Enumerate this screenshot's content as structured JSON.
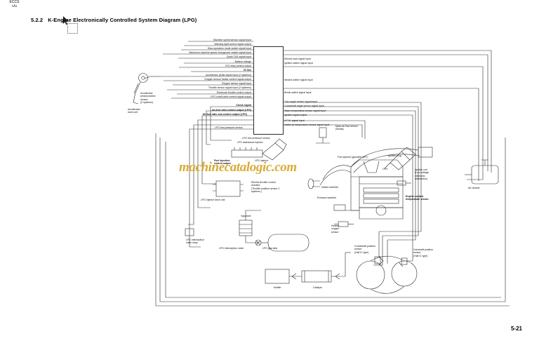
{
  "document": {
    "section_number": "5.2.2",
    "title": "K-Engine Electronically Controlled System Diagram (LPG)",
    "page_number": "5-21",
    "watermark": "machinecatalogic.com"
  },
  "ecu": {
    "name": "ECCS",
    "subname": "c/u"
  },
  "left_signals": [
    "Machine speed sensor signal input",
    "Warning light control signal output",
    "Slow operation mode switch signal input",
    "Maximum machine speed changeover switch signal input",
    "Quick TAS signal input",
    "Battery voltage",
    "ECI relay control output",
    "IG line",
    "Accelerator pedal signal input (2 systems)",
    "Oxygen sensor heater control signal output",
    "Oxygen sensor signal input",
    "Throttle sensor signal input (2 systems)",
    "Electronic throttle control output",
    "LPG cutoff valve control signal output"
  ],
  "left_signals_lower": [
    "Check signal",
    "Air-fuel ratio control output (LPG)",
    "Air-fuel ratio sub-control output (LPG)",
    "LPG fuel pressure sensor"
  ],
  "right_signals": [
    "Electric load signal input",
    "Ignition switch signal input",
    "Neutral switch signal input",
    "Break switch signal input",
    "Cam angle sensor signal input",
    "Crankshaft angle sensor signal input",
    "Water temperature sensor signal input",
    "Ignition signal output",
    "A.F.M. signal input",
    "Intake air temperature sensor signal input"
  ],
  "components": {
    "accelerator_sensor": "Accelerator\npedal  position\nsensor\n(2 systems)",
    "accelerator_sensor_l1": "Accelerator",
    "accelerator_sensor_l2": "pedal  position",
    "accelerator_sensor_l3": "sensor",
    "accelerator_sensor_l4": "(2 systems)",
    "accelerator_work_unit_l1": "Accelerator",
    "accelerator_work_unit_l2": "work unit",
    "mass_air_flow_l1": "Mass air flow sensor",
    "mass_air_flow_l2": "(Strata)",
    "lpg_fuel_pressure_sensor": "LPG fuel pressure sensor",
    "lpg_assistance_injector": "LPG assistance injector",
    "fuel_injection_control_l1": "Fuel injection",
    "fuel_injection_control_l2": "control output",
    "lpg_injector": "LPG injector",
    "lpg_injector_drive_unit": "LPG injector drive unit",
    "electric_throttle_l1": "Electric throttle control",
    "electric_throttle_l2": "actuator",
    "electric_throttle_l3": "(Throttle position sensor 2",
    "electric_throttle_l4": "systems.)",
    "vaporizer": "Vaporizer",
    "lpg_interception_valve_relay_l1": "LPG interception",
    "lpg_interception_valve_relay_l2": "valve relay",
    "lpg_interception_valve": "LPG interception valve",
    "lpg_gas_tank": "LPG gas tank",
    "muffler": "Muffler",
    "catalyst": "Catalyst",
    "heated_oxygen_sensor_l1": "Heated",
    "heated_oxygen_sensor_l2": "oxygen",
    "heated_oxygen_sensor_l3": "sensor",
    "exhaust_manifold": "Exhaust manifold",
    "intake_manifold": "Intake manifold",
    "ohv": "OHV",
    "fuel_injector_gasoline": "Fuel injector (gasoline MPI)",
    "ignition_plug": "Ignition plug",
    "ignition_coil_l1": "Ignition coil",
    "ignition_coil_l2": "(Low-voltage",
    "ignition_coil_l3": "electronic",
    "ignition_coil_l4": "distribution)",
    "engine_coolant_l1": "Engine coolant",
    "engine_coolant_l2": "temperature sensor",
    "air_cleaner": "Air cleaner",
    "crankshaft_position_l1": "Crankshaft position",
    "crankshaft_position_l2": "sensor",
    "crankshaft_position_l3": "(Hall IC type)",
    "camshaft_position_l1": "Camshaft position",
    "camshaft_position_l2": "sensor",
    "camshaft_position_l3": "(Hall IC type)"
  },
  "colors": {
    "line": "#2b2b2b",
    "watermark": "#d6a528",
    "paper": "#ffffff"
  }
}
